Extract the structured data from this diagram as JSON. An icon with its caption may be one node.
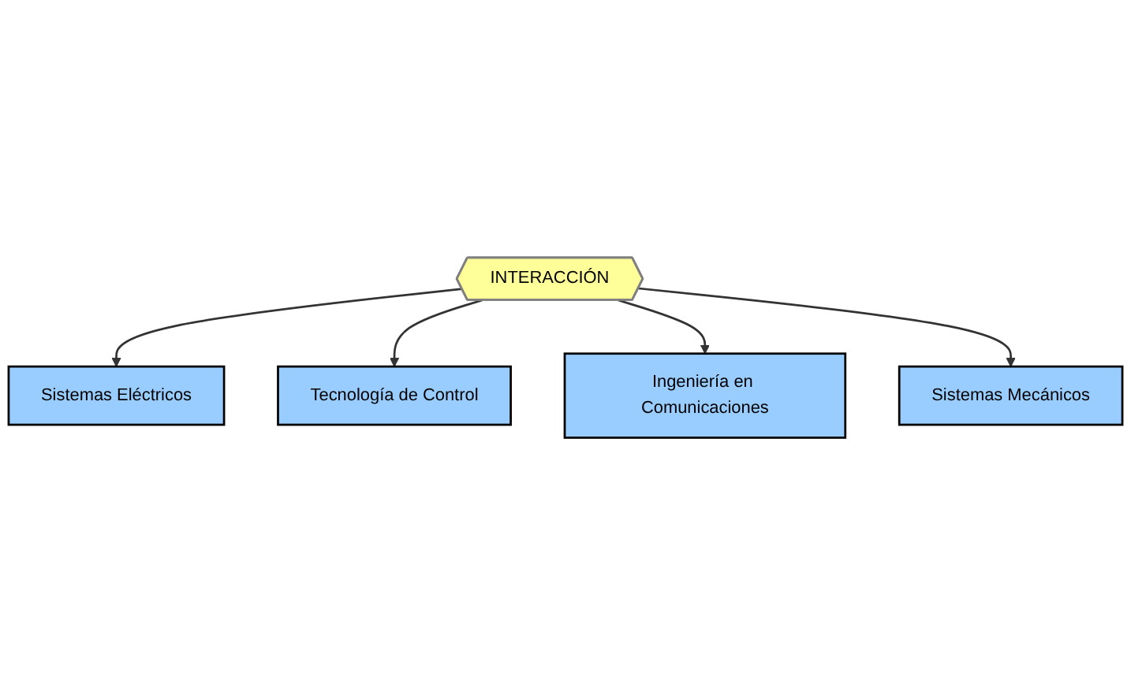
{
  "diagram": {
    "nodes": [
      {
        "text": [
          "Sistemas Eléctricos"
        ]
      },
      {
        "text": [
          "Tecnología de Control"
        ]
      },
      {
        "text": [
          "INTERACCIÓN"
        ]
      },
      {
        "text": [
          "Ingeniería en Comunicaciones"
        ]
      },
      {
        "text": [
          "Sistemas Mecánicos"
        ]
      }
    ],
    "edges": [
      {
        "from": 2,
        "to": 0,
        "arrow": "to"
      },
      {
        "from": 2,
        "to": 1,
        "arrow": "to"
      },
      {
        "from": 2,
        "to": 3,
        "arrow": "to"
      },
      {
        "from": 2,
        "to": 4,
        "arrow": "to"
      }
    ]
  }
}
